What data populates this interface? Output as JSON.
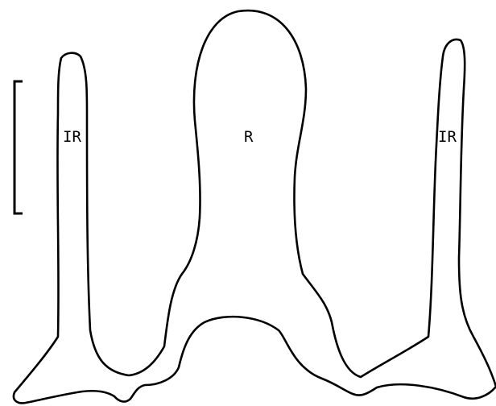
{
  "labels": {
    "left_lateral": "IR",
    "center": "R",
    "right_lateral": "IR"
  },
  "colors": {
    "line": "#000000",
    "background": "#ffffff"
  }
}
